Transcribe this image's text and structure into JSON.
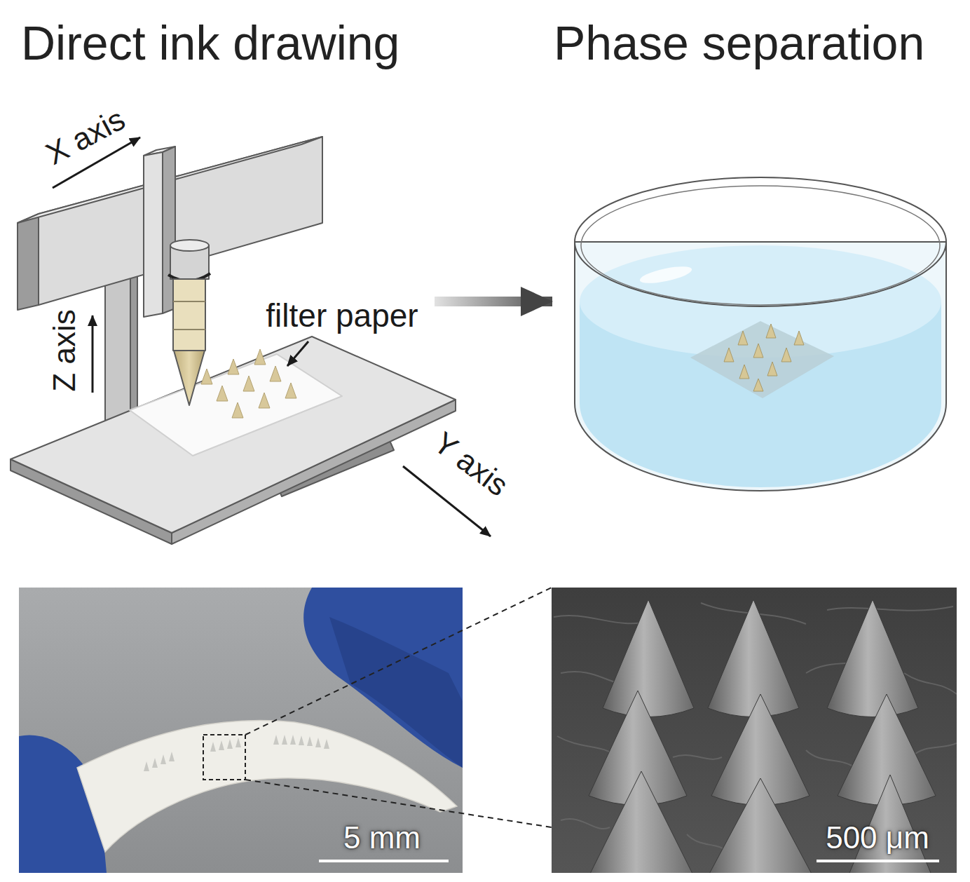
{
  "diagram": {
    "nodes": [
      {
        "text": [
          "Direct ink drawing"
        ]
      },
      {
        "text": [
          "Phase separation"
        ]
      }
    ],
    "edges": [
      {
        "from": 0,
        "to": 1,
        "arrow": "to"
      }
    ],
    "labels": [
      "X axis",
      "Z axis",
      "Y axis",
      "filter paper",
      "5 mm",
      "500 μm"
    ]
  }
}
